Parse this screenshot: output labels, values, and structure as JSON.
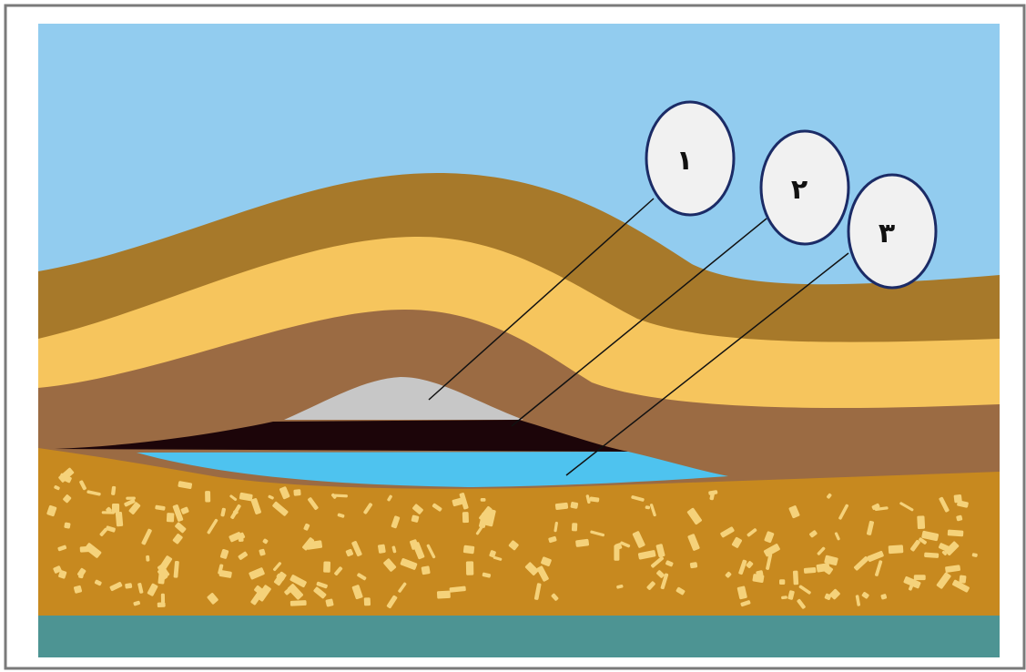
{
  "colors": {
    "sky": "#92ccef",
    "top_layer": "#a7792a",
    "sand_layer": "#f6c55d",
    "cap_rock": "#9b6b43",
    "gas": "#c7c7c7",
    "oil": "#1c0509",
    "water": "#4ec3ef",
    "reservoir_rock": "#c7891f",
    "reservoir_grains": "#f5d27a",
    "bedrock": "#4d9493",
    "callout_fill": "#f1f1f1",
    "callout_stroke": "#1b2b66"
  },
  "callouts": [
    {
      "label": "١",
      "points_to": "gas"
    },
    {
      "label": "٢",
      "points_to": "oil"
    },
    {
      "label": "٣",
      "points_to": "water"
    }
  ]
}
